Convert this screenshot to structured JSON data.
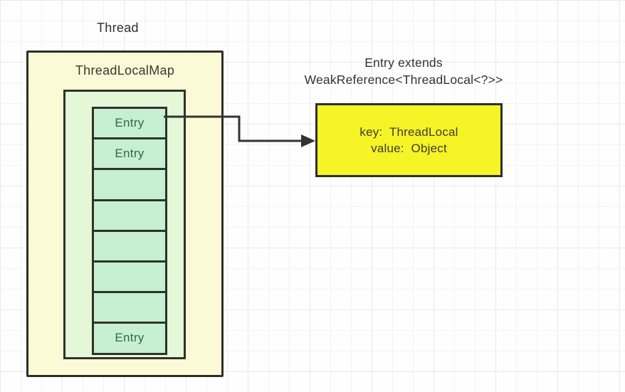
{
  "labels": {
    "thread": "Thread"
  },
  "map": {
    "title": "ThreadLocalMap",
    "cells": [
      {
        "label": "Entry"
      },
      {
        "label": "Entry"
      },
      {
        "label": ""
      },
      {
        "label": ""
      },
      {
        "label": ""
      },
      {
        "label": ""
      },
      {
        "label": ""
      },
      {
        "label": "Entry"
      }
    ]
  },
  "note": {
    "line1": "Entry extends",
    "line2": "WeakReference<ThreadLocal<?>>"
  },
  "entry_detail": {
    "line1": "key:  ThreadLocal",
    "line2": "value:  Object"
  },
  "colors": {
    "map_fill": "#fbfad6",
    "table_fill": "#e4f7d7",
    "cell_fill": "#c7efd1",
    "entry_box_fill": "#f6f326",
    "border": "#2d2f2a",
    "entry_text": "#2f6b44",
    "arrow": "#333333",
    "grid_line": "#e9e9ee"
  }
}
